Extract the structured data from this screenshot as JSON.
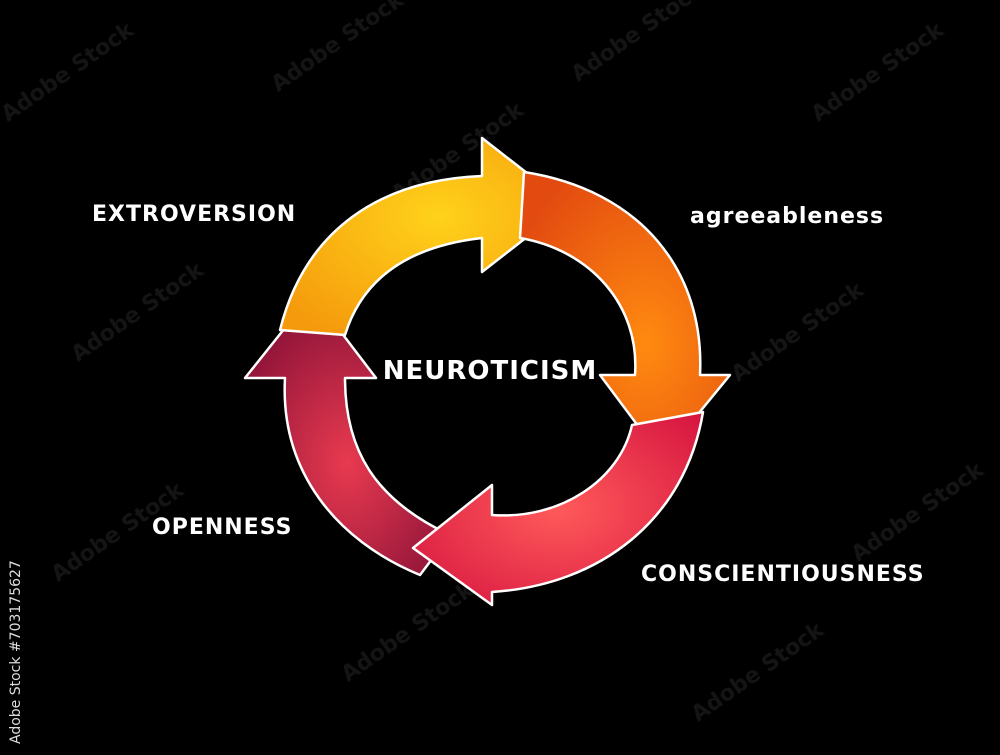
{
  "diagram": {
    "center": "NEUROTICISM",
    "nodes": [
      {
        "id": "extroversion",
        "label": "EXTROVERSION",
        "color": "#ffbe12"
      },
      {
        "id": "agreeableness",
        "label": "agreeableness",
        "color": "#ff6a00"
      },
      {
        "id": "conscientiousness",
        "label": "CONSCIENTIOUSNESS",
        "color": "#ff3355"
      },
      {
        "id": "openness",
        "label": "OPENNESS",
        "color": "#b5174e"
      }
    ]
  },
  "watermark": {
    "text": "Adobe Stock",
    "side_text": "#703175627"
  }
}
